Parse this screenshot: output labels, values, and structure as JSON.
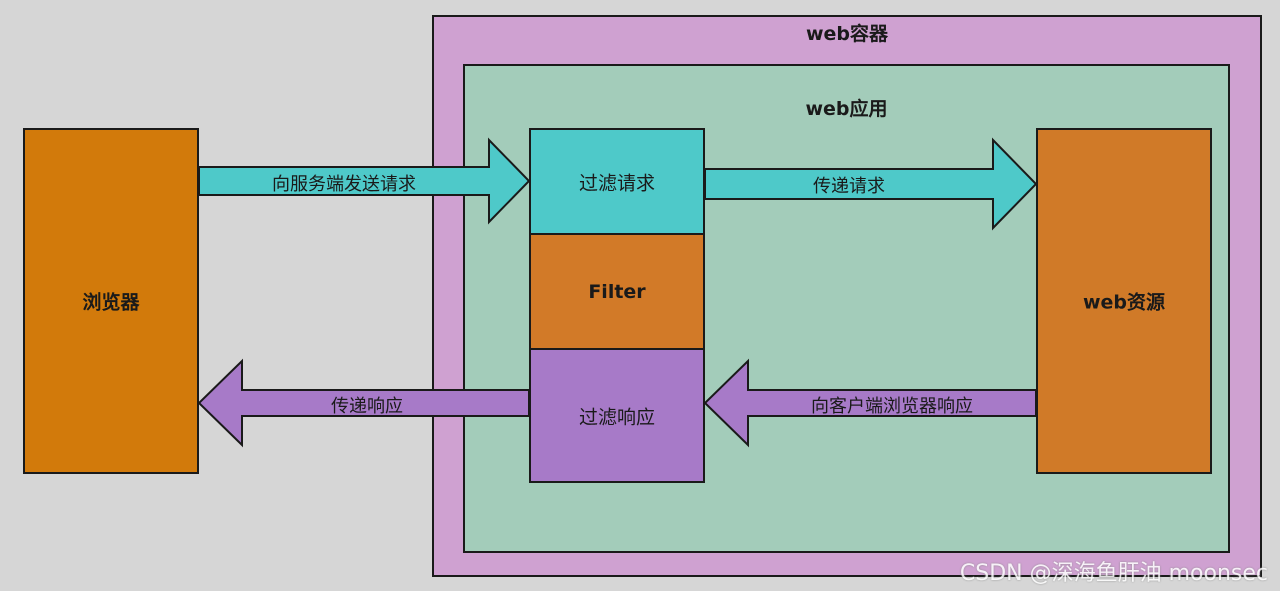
{
  "container": {
    "label": "web容器"
  },
  "app": {
    "label": "web应用"
  },
  "browser": {
    "label": "浏览器"
  },
  "resource": {
    "label": "web资源"
  },
  "filter_stack": {
    "request": "过滤请求",
    "filter": "Filter",
    "response": "过滤响应"
  },
  "arrows": {
    "send_request": "向服务端发送请求",
    "pass_request": "传递请求",
    "respond_client": "向客户端浏览器响应",
    "pass_response": "传递响应"
  },
  "colors": {
    "request_arrow": "#4ec9c9",
    "response_arrow": "#a77ac8",
    "container": "#cfa1d1",
    "app": "#a3ccba",
    "browser": "#d27a0b"
  },
  "watermark": {
    "text": "CSDN @深海鱼肝油 moonsec"
  }
}
